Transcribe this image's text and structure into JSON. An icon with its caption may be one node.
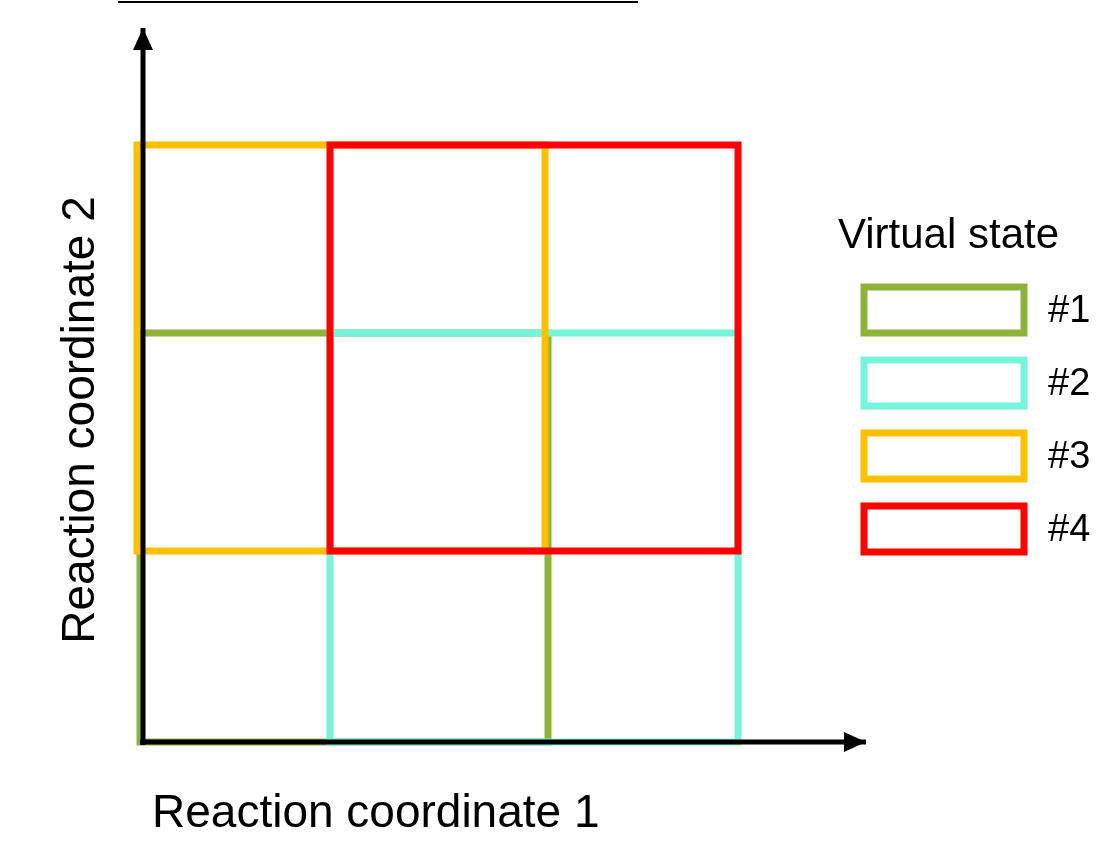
{
  "diagram": {
    "labels": [
      "Reaction coordinate 2",
      "Virtual state",
      "Reaction coordinate 1"
    ],
    "legend": [
      {
        "text": "#1",
        "color": "#8db33a"
      },
      {
        "text": "#2",
        "color": "#76f5dc"
      },
      {
        "text": "#3",
        "color": "#ffc000"
      },
      {
        "text": "#4",
        "color": "#ff0000"
      }
    ]
  }
}
